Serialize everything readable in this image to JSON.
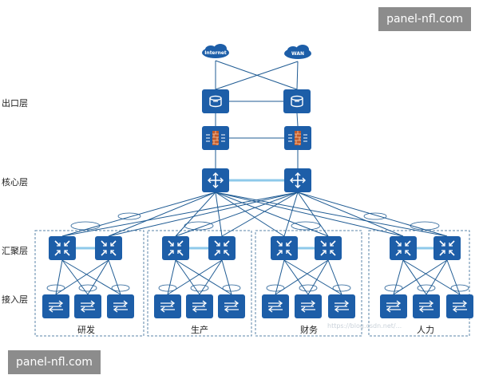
{
  "watermark": {
    "top": "panel-nfl.com",
    "bottom": "panel-nfl.com"
  },
  "layers": {
    "egress": "出口层",
    "core": "核心层",
    "aggregation": "汇聚层",
    "access": "接入层"
  },
  "clouds": {
    "internet": "Internet",
    "wan": "WAN"
  },
  "departments": [
    "研发",
    "生产",
    "财务",
    "人力"
  ],
  "faint_text": "https://blog.csdn.net/...",
  "colors": {
    "device": "#1d5ea8",
    "link": "#1f5b93",
    "stack_link": "#8ec9ea",
    "firewall": "#c25a2a",
    "dashed_border": "#5b86a8"
  }
}
